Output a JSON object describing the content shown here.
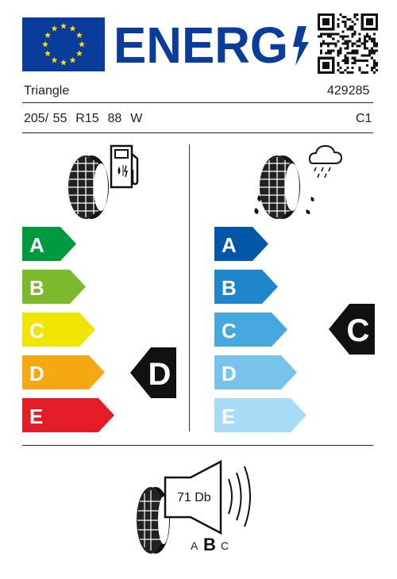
{
  "header": {
    "title": "ENERG",
    "eu_flag_color": "#0a3d9b",
    "star_color": "#ffde00",
    "title_color": "#0a3d9b"
  },
  "supplier": "Triangle",
  "model_id": "429285",
  "tyre_size": "205/ 55  R15  88  W",
  "tyre_class": "C1",
  "fuel_efficiency": {
    "icon": "fuel-pump-icon",
    "classes": [
      {
        "label": "A",
        "color": "#009a3e"
      },
      {
        "label": "B",
        "color": "#7cb92d"
      },
      {
        "label": "C",
        "color": "#f0e500"
      },
      {
        "label": "D",
        "color": "#f5a814"
      },
      {
        "label": "E",
        "color": "#e41c26"
      }
    ],
    "rating": "D"
  },
  "wet_grip": {
    "icon": "rain-cloud-icon",
    "classes": [
      {
        "label": "A",
        "color": "#0057a8"
      },
      {
        "label": "B",
        "color": "#1f86cc"
      },
      {
        "label": "C",
        "color": "#46a8de"
      },
      {
        "label": "D",
        "color": "#78c3ec"
      },
      {
        "label": "E",
        "color": "#a7dcf6"
      }
    ],
    "rating": "C"
  },
  "noise": {
    "value": "71 Db",
    "class_a": "A",
    "class_b": "B",
    "class_c": "C",
    "icon": "speaker-icon"
  }
}
